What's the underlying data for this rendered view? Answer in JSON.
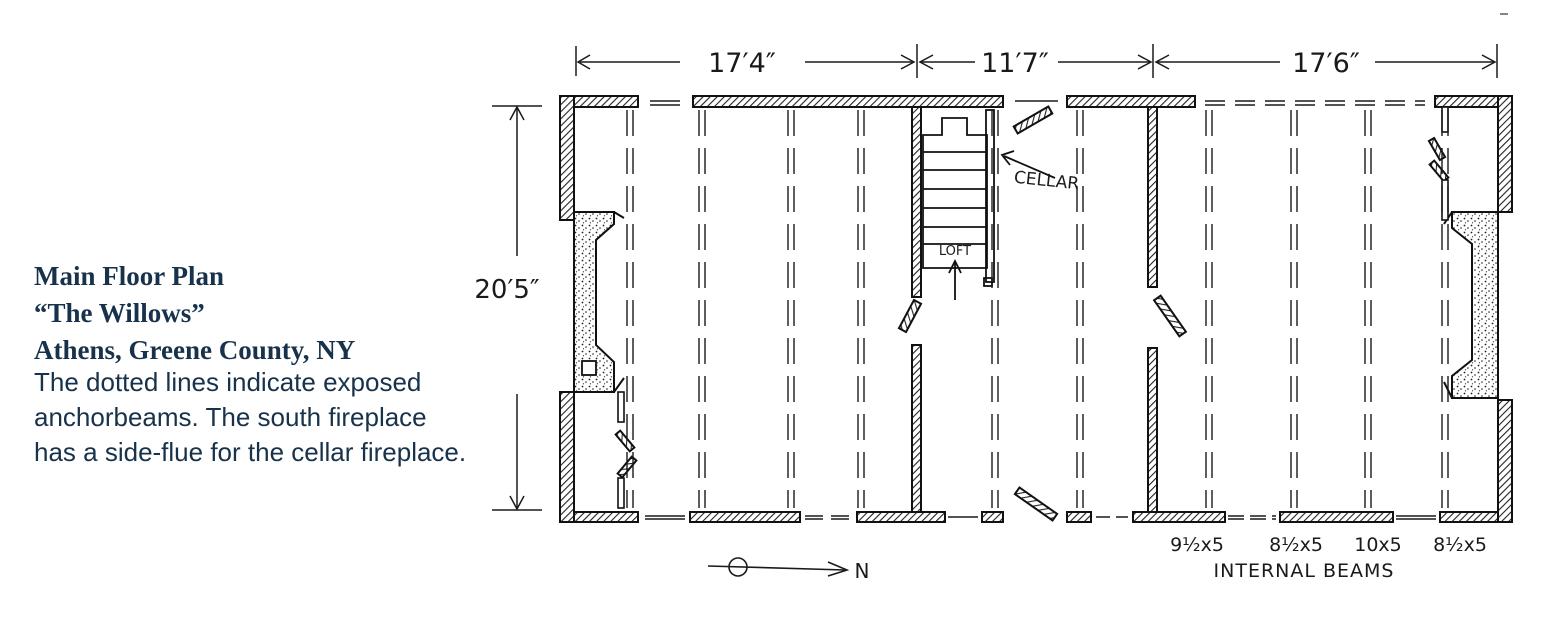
{
  "caption": {
    "title": "Main Floor Plan",
    "subtitle": "“The Willows”",
    "location": "Athens, Greene County, NY",
    "description": "The dotted lines indicate exposed anchorbeams. The south fireplace has a side-flue for the cellar fireplace."
  },
  "dimensions": {
    "left_bay": "17′4″",
    "center_bay": "11′7″",
    "right_bay": "17′6″",
    "depth": "20′5″"
  },
  "labels": {
    "cellar": "CELLAR",
    "loft": "LOFT",
    "north": "N",
    "internal_beams": "INTERNAL BEAMS"
  },
  "beam_sizes": [
    "9½x5",
    "8½x5",
    "10x5",
    "8½x5"
  ],
  "colors": {
    "ink": "#1a1a1a",
    "caption": "#17324a"
  }
}
